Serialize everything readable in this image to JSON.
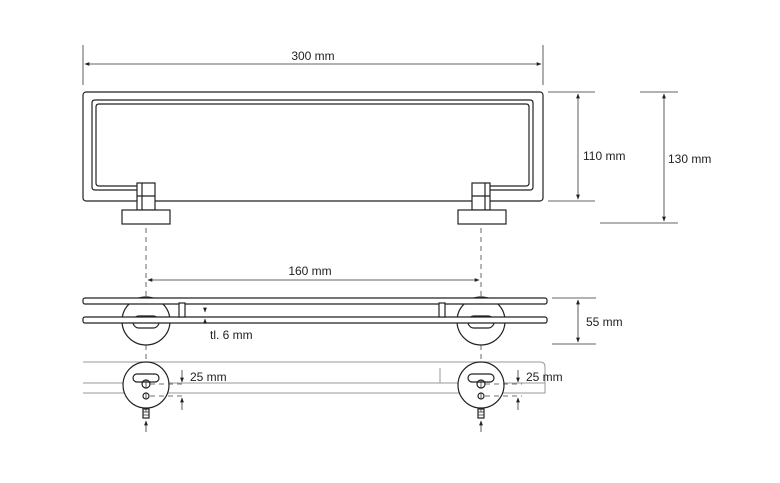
{
  "dimensions": {
    "total_width": "300 mm",
    "inner_height": "110 mm",
    "total_height": "130 mm",
    "bracket_spacing": "160 mm",
    "side_depth": "55 mm",
    "glass_thickness": "tl. 6 mm",
    "hole_left": "25 mm",
    "hole_right": "25 mm"
  },
  "colors": {
    "line": "#222222",
    "guide": "#999999"
  }
}
